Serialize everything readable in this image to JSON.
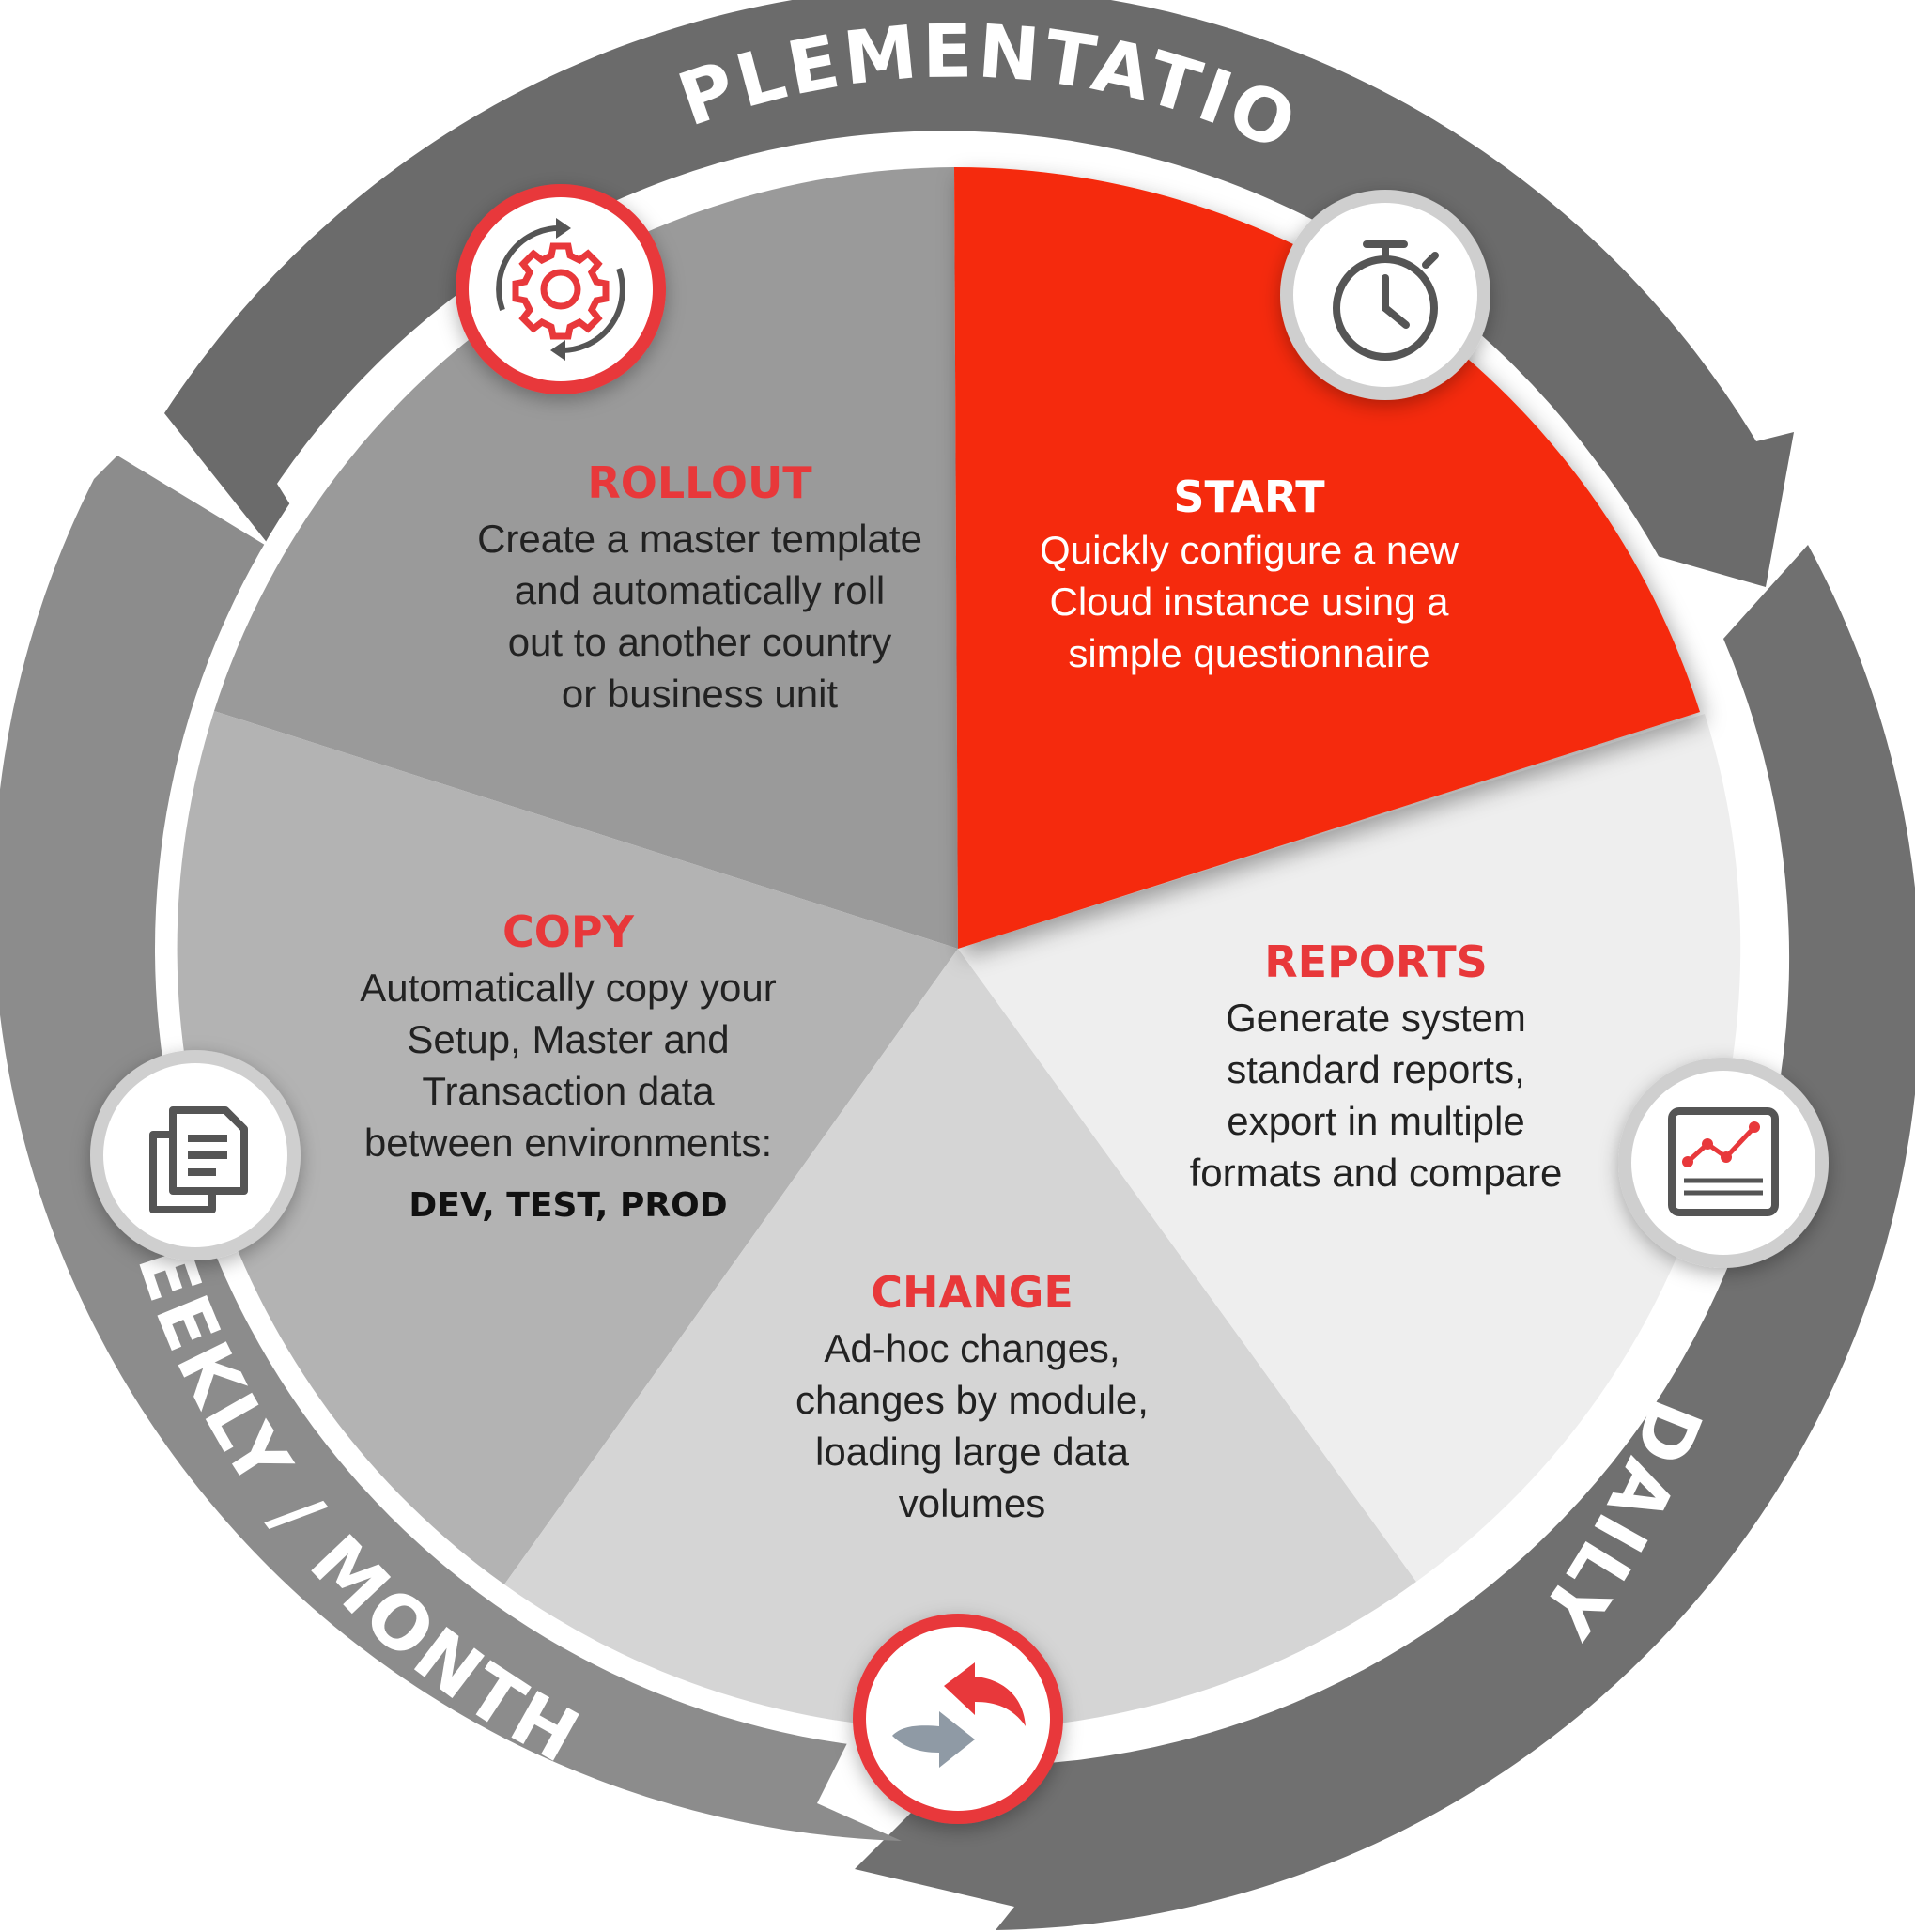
{
  "ring": {
    "implementation": "IMPLEMENTATION",
    "daily": "DAILY",
    "weekly_monthly": "WEEKLY / MONTHLY"
  },
  "segments": {
    "start": {
      "title": "START",
      "lines": [
        "Quickly configure a new",
        "Cloud instance using a",
        "simple questionnaire"
      ],
      "icon": "stopwatch-icon"
    },
    "reports": {
      "title": "REPORTS",
      "lines": [
        "Generate system",
        "standard reports,",
        "export in multiple",
        "formats and compare"
      ],
      "icon": "chart-report-icon"
    },
    "change": {
      "title": "CHANGE",
      "lines": [
        "Ad-hoc changes,",
        "changes by module,",
        "loading large data",
        "volumes"
      ],
      "icon": "swap-arrows-icon"
    },
    "copy": {
      "title": "COPY",
      "lines": [
        "Automatically copy your",
        "Setup, Master and",
        "Transaction data",
        "between environments:"
      ],
      "emphasis": "DEV, TEST, PROD",
      "icon": "copy-documents-icon"
    },
    "rollout": {
      "title": "ROLLOUT",
      "lines": [
        "Create a master template",
        "and automatically roll",
        "out to another country",
        "or business unit"
      ],
      "icon": "gear-cycle-icon"
    }
  },
  "colors": {
    "accent": "#f52a0a",
    "icon_red": "#e8383a",
    "ring_dark": "#6e6e6e",
    "ring_light": "#8a8a8a",
    "text_dark": "#222222",
    "start_fill": "#f52a0a",
    "reports_fill": "#eeeeee",
    "change_fill": "#d5d5d5",
    "copy_fill": "#b3b3b3",
    "rollout_fill": "#9a9a9a"
  }
}
